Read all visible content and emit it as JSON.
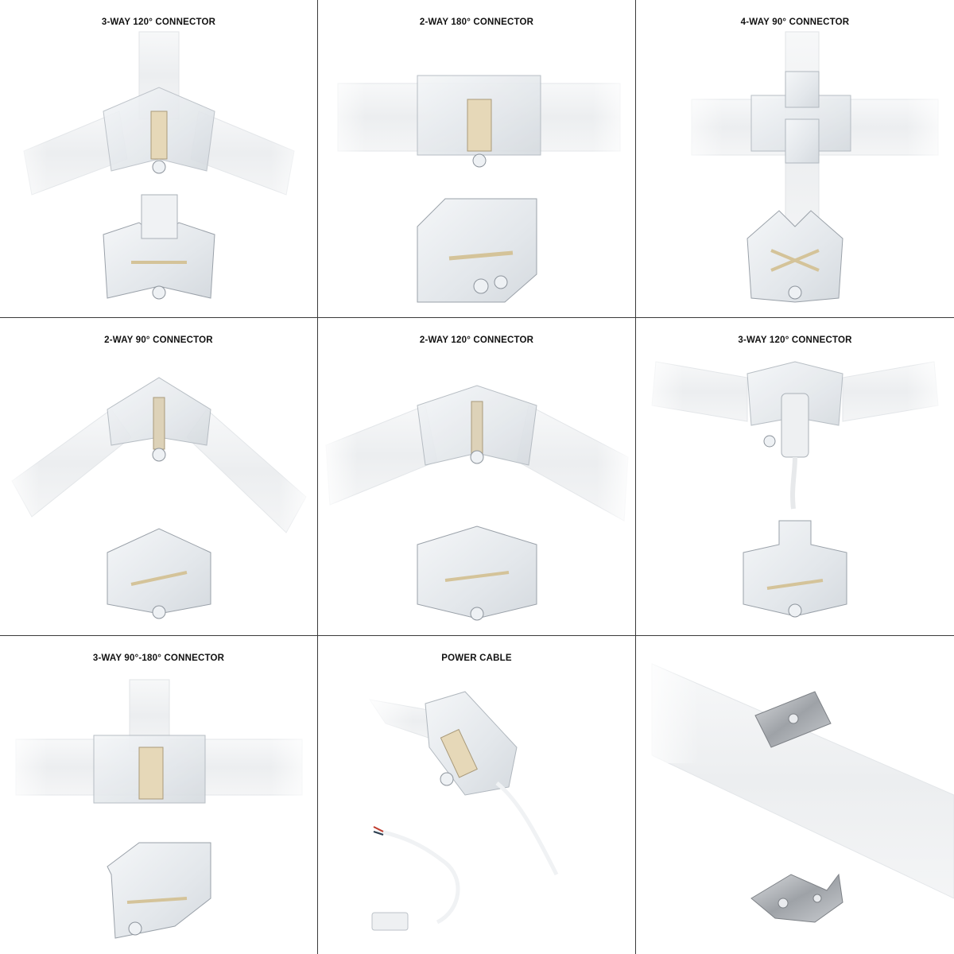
{
  "panels": [
    {
      "label": "3-WAY 120° CONNECTOR"
    },
    {
      "label": "2-WAY 180° CONNECTOR"
    },
    {
      "label": "4-WAY 90° CONNECTOR"
    },
    {
      "label": "2-WAY 90° CONNECTOR"
    },
    {
      "label": "2-WAY 120° CONNECTOR"
    },
    {
      "label": "3-WAY 120° CONNECTOR"
    },
    {
      "label": "3-WAY 90°-180° CONNECTOR"
    },
    {
      "label": "POWER CABLE"
    },
    {
      "label": ""
    }
  ],
  "colors": {
    "background": "#ffffff",
    "divider": "#3a3a3a",
    "tube": "#eef0f2",
    "clear_plastic": "#c9ced4",
    "brass_pin": "#d9c9a3",
    "metal_clip": "#a9acb0"
  }
}
